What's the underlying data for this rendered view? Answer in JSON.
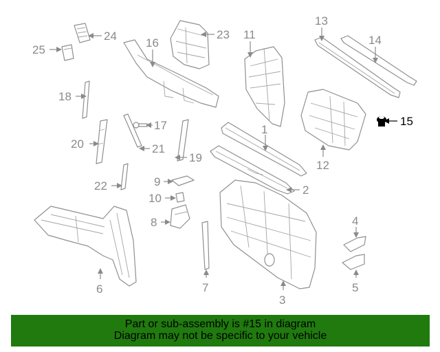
{
  "callouts": [
    "1",
    "2",
    "3",
    "4",
    "5",
    "6",
    "7",
    "8",
    "9",
    "10",
    "11",
    "12",
    "13",
    "14",
    "15",
    "16",
    "17",
    "18",
    "19",
    "20",
    "21",
    "22",
    "23",
    "24",
    "25"
  ],
  "highlight_color": "#000000",
  "callout_color": "#8a8a8a",
  "banner": {
    "background": "#207a0e",
    "line1": "Part or sub-assembly is #15 in diagram",
    "line2": "Diagram may not be specific to your vehicle"
  }
}
